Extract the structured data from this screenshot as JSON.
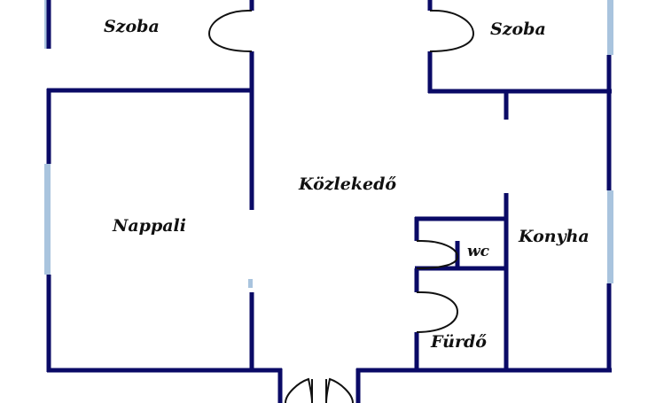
{
  "floor_plan": {
    "colors": {
      "wall": "#0a0a66",
      "door": "#111111",
      "window": "#a9c4de",
      "background": "#ffffff"
    },
    "rooms": [
      {
        "id": "szoba-left",
        "label": "Szoba"
      },
      {
        "id": "szoba-right",
        "label": "Szoba"
      },
      {
        "id": "nappali",
        "label": "Nappali"
      },
      {
        "id": "kozlekedo",
        "label": "Közlekedő"
      },
      {
        "id": "konyha",
        "label": "Konyha"
      },
      {
        "id": "wc",
        "label": "wc"
      },
      {
        "id": "furdo",
        "label": "Fürdő"
      }
    ]
  }
}
